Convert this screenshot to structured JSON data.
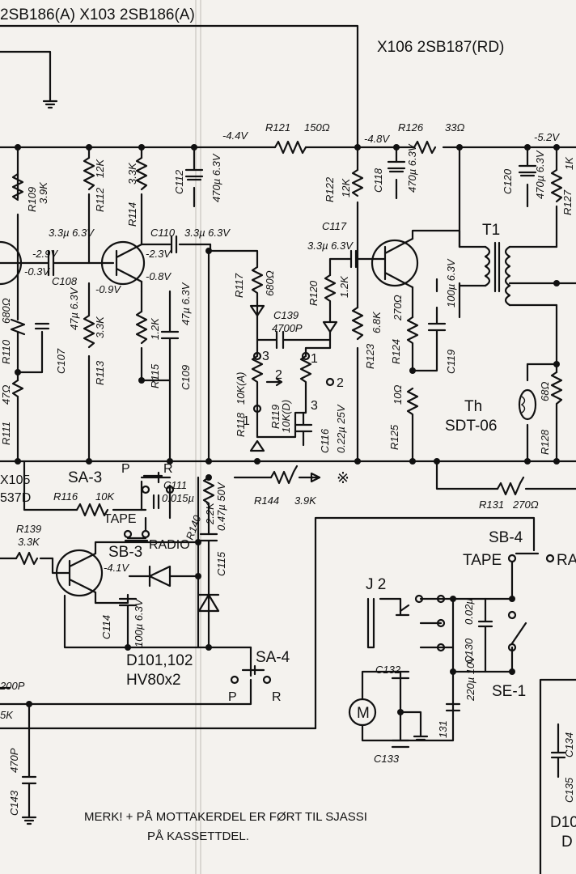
{
  "transistors": {
    "x103_label": "2SB186(A)   X103  2SB186(A)",
    "x106_label": "X106  2SB187(RD)",
    "x105_label": "X105",
    "x105_type": "537D"
  },
  "voltages": {
    "v_r121": "-4.4V",
    "v_r126": "-4.8V",
    "v_top_right": "-5.2V",
    "v_x102_b": "-2.9V",
    "v_x102_e": "-0.3V",
    "v_x103_c": "-2.3V",
    "v_x103_b": "-0.9V",
    "v_x103_e": "-0.8V",
    "v_x105": "-4.1V"
  },
  "resistors": {
    "r121": "R121",
    "r121_val": "150Ω",
    "r126": "R126",
    "r126_val": "33Ω",
    "r109": "R109",
    "r109_val": "3.9K",
    "r112": "R112",
    "r112_val": "12K",
    "r114": "R114",
    "r114_val": "3.3K",
    "r113": "R113",
    "r113_val": "3.3K",
    "r115": "R115",
    "r115_val": "1.2K",
    "r110": "R110",
    "r110_val": "680Ω",
    "r111": "R111",
    "r111_val": "47Ω",
    "r117": "R117",
    "r117_val": "680Ω",
    "r118": "R118",
    "r118_val": "10K(A)",
    "r119": "R119",
    "r119_val": "10K(D)",
    "r120": "R120",
    "r120_val": "1.2K",
    "r122": "R122",
    "r122_val": "12K",
    "r123": "R123",
    "r123_val": "6.8K",
    "r124": "R124",
    "r124_val": "270Ω",
    "r125": "R125",
    "r125_val": "10Ω",
    "r127": "R127",
    "r127_val": "1K",
    "r128": "R128",
    "r128_val": "68Ω",
    "r131": "R131",
    "r131_val": "270Ω",
    "r116": "R116",
    "r116_val": "10K",
    "r139": "R139",
    "r139_val": "3.3K",
    "r140": "R140",
    "r140_val": "2.2K",
    "r144": "R144",
    "r144_val": "3.9K"
  },
  "capacitors": {
    "c108": "C108",
    "c108_val": "3.3µ 6.3V",
    "c107": "C107",
    "c107_val": "47µ 6.3V",
    "c110": "C110",
    "c110_val": "3.3µ 6.3V",
    "c112": "C112",
    "c112_val": "470µ 6.3V",
    "c109": "C109",
    "c109_val": "47µ 6.3V",
    "c117": "C117",
    "c117_val": "3.3µ 6.3V",
    "c118": "C118",
    "c118_val": "470µ 6.3V",
    "c119": "C119",
    "c119_val": "100µ 6.3V",
    "c120": "C120",
    "c120_val": "470µ 6.3V",
    "c139": "C139",
    "c139_val": "4700P",
    "c116": "C116",
    "c116_val": "0.22µ 25V",
    "c111": "C111",
    "c111_val": "0.015µ",
    "c115": "C115",
    "c115_val": "0.47µ 50V",
    "c114": "C114",
    "c114_val": "100µ 6.3V",
    "c130": "C130",
    "c130_val": "0.02µ",
    "c131": "131",
    "c131_val": "220µ 10V",
    "c132": "C132",
    "c133": "C133",
    "c134": "C134",
    "c135": "C135",
    "c143": "C143",
    "c143_val": "470P",
    "left_200p": "200P",
    "left_5k": "5K"
  },
  "switches": {
    "sa3": "SA-3",
    "sa4": "SA-4",
    "sb3": "SB-3",
    "sb4": "SB-4",
    "se1": "SE-1",
    "p": "P",
    "r": "R",
    "tape": "TAPE",
    "radio": "RADIO",
    "ra": "RA"
  },
  "parts": {
    "t1": "T1",
    "th": "Th",
    "th_type": "SDT-06",
    "diodes": "D101,102",
    "diode_type": "HV80x2",
    "j2": "J 2",
    "motor": "M",
    "pin1": "1",
    "pin2": "2",
    "pin3": "3",
    "asterisk": "※",
    "d10_a": "D10",
    "d10_b": "D"
  },
  "note": {
    "line1": "MERK! + PÅ MOTTAKERDEL ER FØRT TIL SJASSI",
    "line2": "PÅ KASSETTDEL."
  }
}
